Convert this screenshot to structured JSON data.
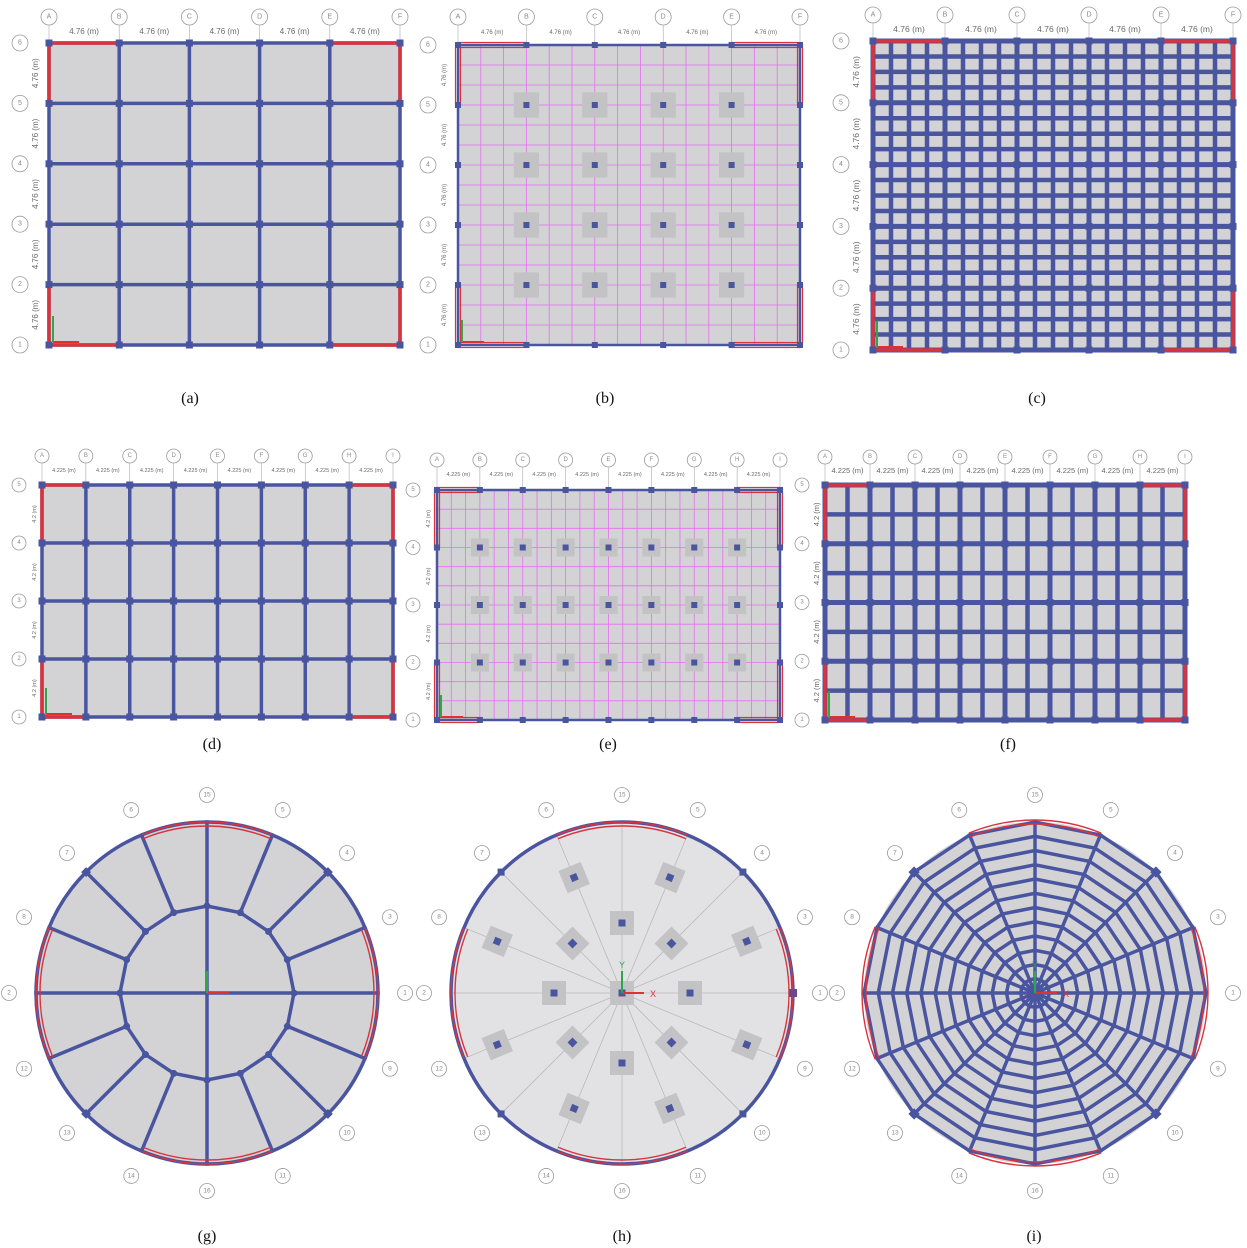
{
  "panels": [
    {
      "id": "a",
      "caption": "(a)",
      "kind": "frame",
      "cols": [
        "A",
        "B",
        "C",
        "D",
        "E",
        "F"
      ],
      "rows": [
        "1",
        "2",
        "3",
        "4",
        "5",
        "6"
      ],
      "x_spacing": "4.76 (m)",
      "y_spacing": "4.76 (m)",
      "sub": 0
    },
    {
      "id": "b",
      "caption": "(b)",
      "kind": "flat",
      "cols": [
        "A",
        "B",
        "C",
        "D",
        "E",
        "F"
      ],
      "rows": [
        "1",
        "2",
        "3",
        "4",
        "5",
        "6"
      ],
      "x_spacing": "4.76 (m)",
      "y_spacing": "4.76 (m)"
    },
    {
      "id": "c",
      "caption": "(c)",
      "kind": "frame",
      "cols": [
        "A",
        "B",
        "C",
        "D",
        "E",
        "F"
      ],
      "rows": [
        "1",
        "2",
        "3",
        "4",
        "5",
        "6"
      ],
      "x_spacing": "4.76 (m)",
      "y_spacing": "4.76 (m)",
      "sub": 4
    },
    {
      "id": "d",
      "caption": "(d)",
      "kind": "frame",
      "cols": [
        "A",
        "B",
        "C",
        "D",
        "E",
        "F",
        "G",
        "H",
        "I"
      ],
      "rows": [
        "1",
        "2",
        "3",
        "4",
        "5"
      ],
      "x_spacing": "4.225 (m)",
      "y_spacing": "4.2 (m)",
      "sub": 0
    },
    {
      "id": "e",
      "caption": "(e)",
      "kind": "flat",
      "cols": [
        "A",
        "B",
        "C",
        "D",
        "E",
        "F",
        "G",
        "H",
        "I"
      ],
      "rows": [
        "1",
        "2",
        "3",
        "4",
        "5"
      ],
      "x_spacing": "4.225 (m)",
      "y_spacing": "4.2 (m)"
    },
    {
      "id": "f",
      "caption": "(f)",
      "kind": "frame",
      "cols": [
        "A",
        "B",
        "C",
        "D",
        "E",
        "F",
        "G",
        "H",
        "I"
      ],
      "rows": [
        "1",
        "2",
        "3",
        "4",
        "5"
      ],
      "x_spacing": "4.225 (m)",
      "y_spacing": "4.2 (m)",
      "sub": 2
    },
    {
      "id": "g",
      "caption": "(g)",
      "kind": "circ-frame",
      "labels": [
        "1",
        "2",
        "3",
        "4",
        "5",
        "6",
        "7",
        "8",
        "9",
        "10",
        "11",
        "12",
        "13",
        "14",
        "15",
        "16"
      ]
    },
    {
      "id": "h",
      "caption": "(h)",
      "kind": "circ-flat",
      "labels": [
        "1",
        "2",
        "3",
        "4",
        "5",
        "6",
        "7",
        "8",
        "9",
        "10",
        "11",
        "12",
        "13",
        "14",
        "15",
        "16"
      ]
    },
    {
      "id": "i",
      "caption": "(i)",
      "kind": "circ-web",
      "labels": [
        "1",
        "2",
        "3",
        "4",
        "5",
        "6",
        "7",
        "8",
        "9",
        "10",
        "11",
        "12",
        "13",
        "14",
        "15",
        "16"
      ]
    }
  ],
  "axes": {
    "x": "X",
    "y": "Y"
  },
  "colors": {
    "beam": "#4a55a0",
    "wall": "#d9343d",
    "slab": "#d3d3d5",
    "strip": "#e56ef0",
    "bubble": "#9a9a9a"
  }
}
